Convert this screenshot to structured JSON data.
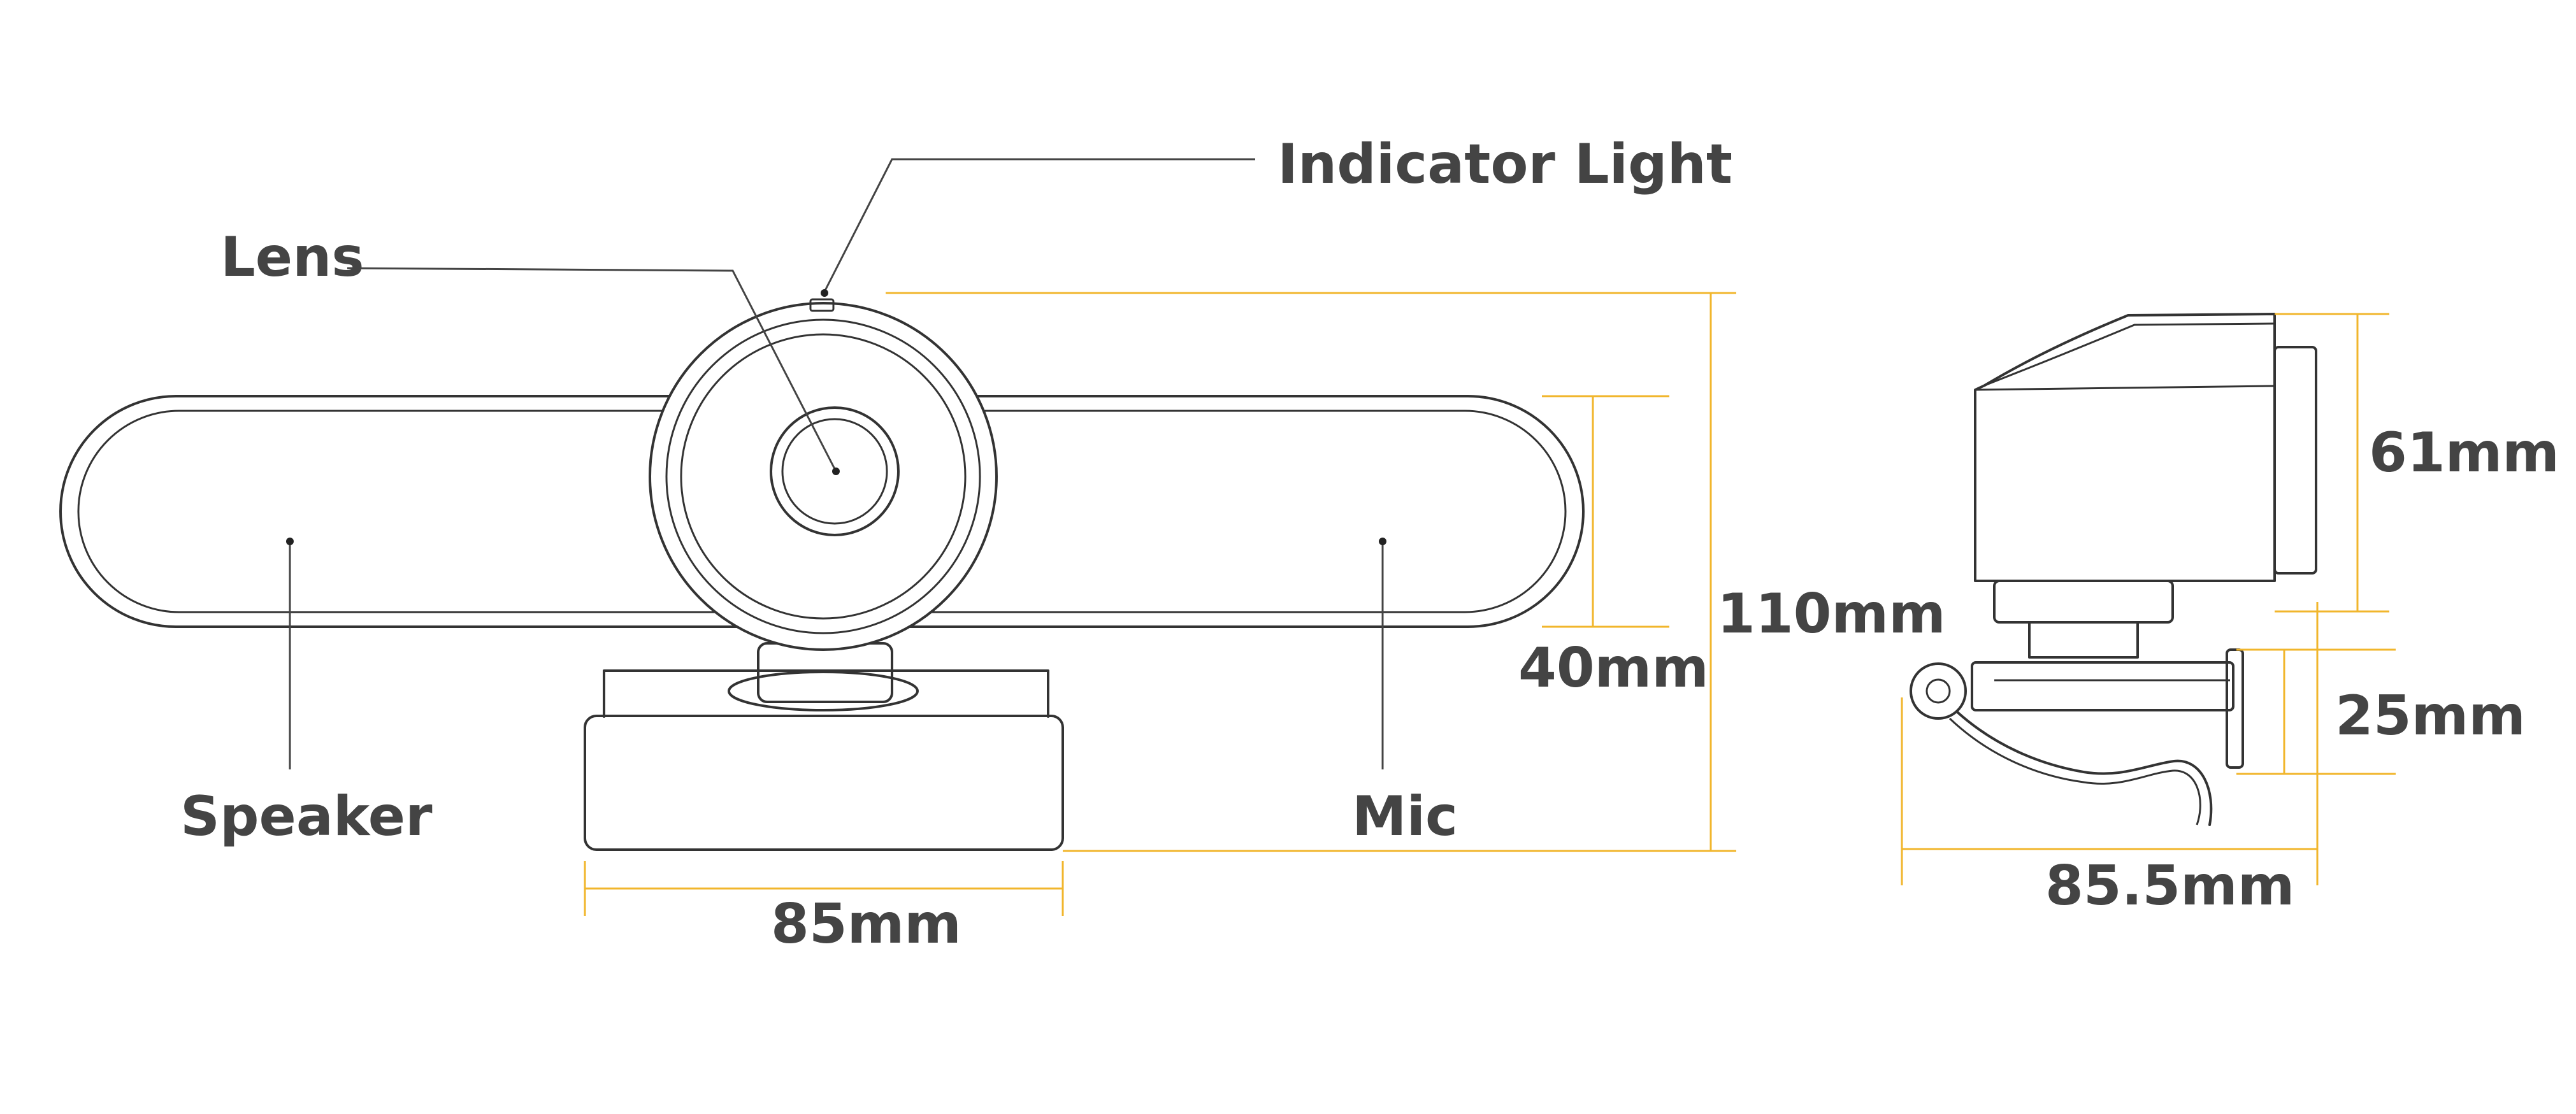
{
  "labels": {
    "indicator_light": "Indicator Light",
    "lens": "Lens",
    "speaker": "Speaker",
    "mic": "Mic"
  },
  "dimensions": {
    "overall_height": "110mm",
    "bar_height": "40mm",
    "base_width": "85mm",
    "side_body_height": "61mm",
    "clip_height": "25mm",
    "side_depth": "85.5mm"
  },
  "colors": {
    "outline": "#333333",
    "dimension_line": "#f1b62c",
    "label_text": "#444444"
  }
}
